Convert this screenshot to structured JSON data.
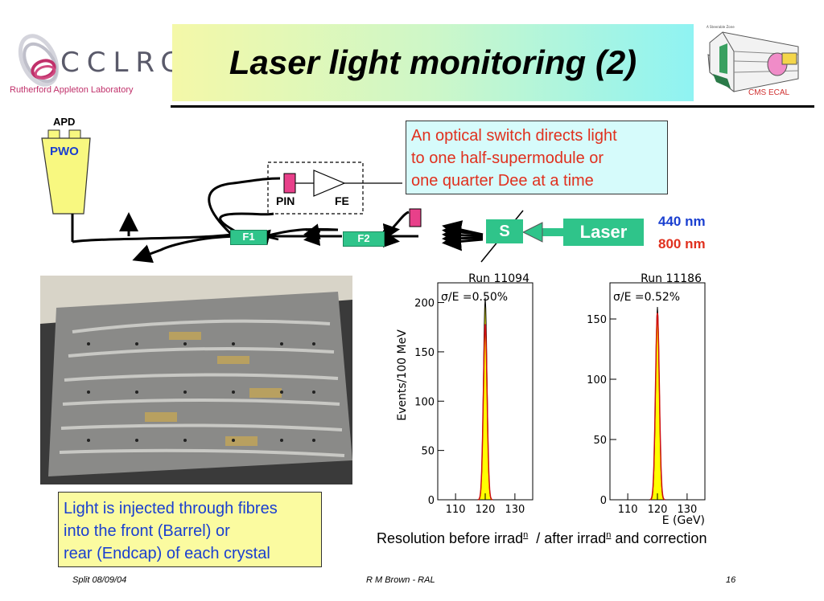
{
  "header": {
    "logo_text": "CCLRC",
    "logo_sub": "Rutherford Appleton Laboratory",
    "title": "Laser light monitoring (2)",
    "ecal_label": "CMS ECAL",
    "ecal_small": "A Steerable Zone"
  },
  "diagram": {
    "apd": "APD",
    "pwo": "PWO",
    "pin": "PIN",
    "fe": "FE",
    "f1": "F1",
    "f2": "F2",
    "s": "S",
    "laser": "Laser",
    "nm440": "440 nm",
    "nm800": "800 nm",
    "callout": [
      "An optical switch directs light",
      "to one half-supermodule or",
      "one quarter Dee at a time"
    ]
  },
  "note": [
    "Light is injected through fibres",
    "into the front (Barrel) or",
    "rear (Endcap) of each crystal"
  ],
  "caption": {
    "part1": "Resolution before irrad",
    "sup1": "n",
    "part2": "  / after irrad",
    "sup2": "n",
    "part3": " and correction"
  },
  "footer": {
    "left": "Split 08/09/04",
    "center": "R M Brown - RAL",
    "right": "16"
  },
  "chart_data": [
    {
      "type": "histogram",
      "title": "Run 11094",
      "annotation": "σ/E =0.50%",
      "ylabel": "Events/100 MeV",
      "xlim": [
        104,
        136
      ],
      "ylim": [
        0,
        220
      ],
      "xticks": [
        110,
        120,
        130
      ],
      "yticks": [
        0,
        50,
        100,
        150,
        200
      ],
      "peak": 120,
      "peak_height": 205,
      "fit_peak_height": 178,
      "width_sigma": 0.6,
      "fill_color": "#ffff00",
      "fit_color": "#d01010"
    },
    {
      "type": "histogram",
      "title": "Run 11186",
      "annotation": "σ/E =0.52%",
      "xlabel": "E (GeV)",
      "xlim": [
        104,
        136
      ],
      "ylim": [
        0,
        180
      ],
      "xticks": [
        110,
        120,
        130
      ],
      "yticks": [
        0,
        50,
        100,
        150
      ],
      "peak": 120,
      "peak_height": 160,
      "fit_peak_height": 155,
      "width_sigma": 0.62,
      "fill_color": "#ffff00",
      "fit_color": "#d01010"
    }
  ]
}
